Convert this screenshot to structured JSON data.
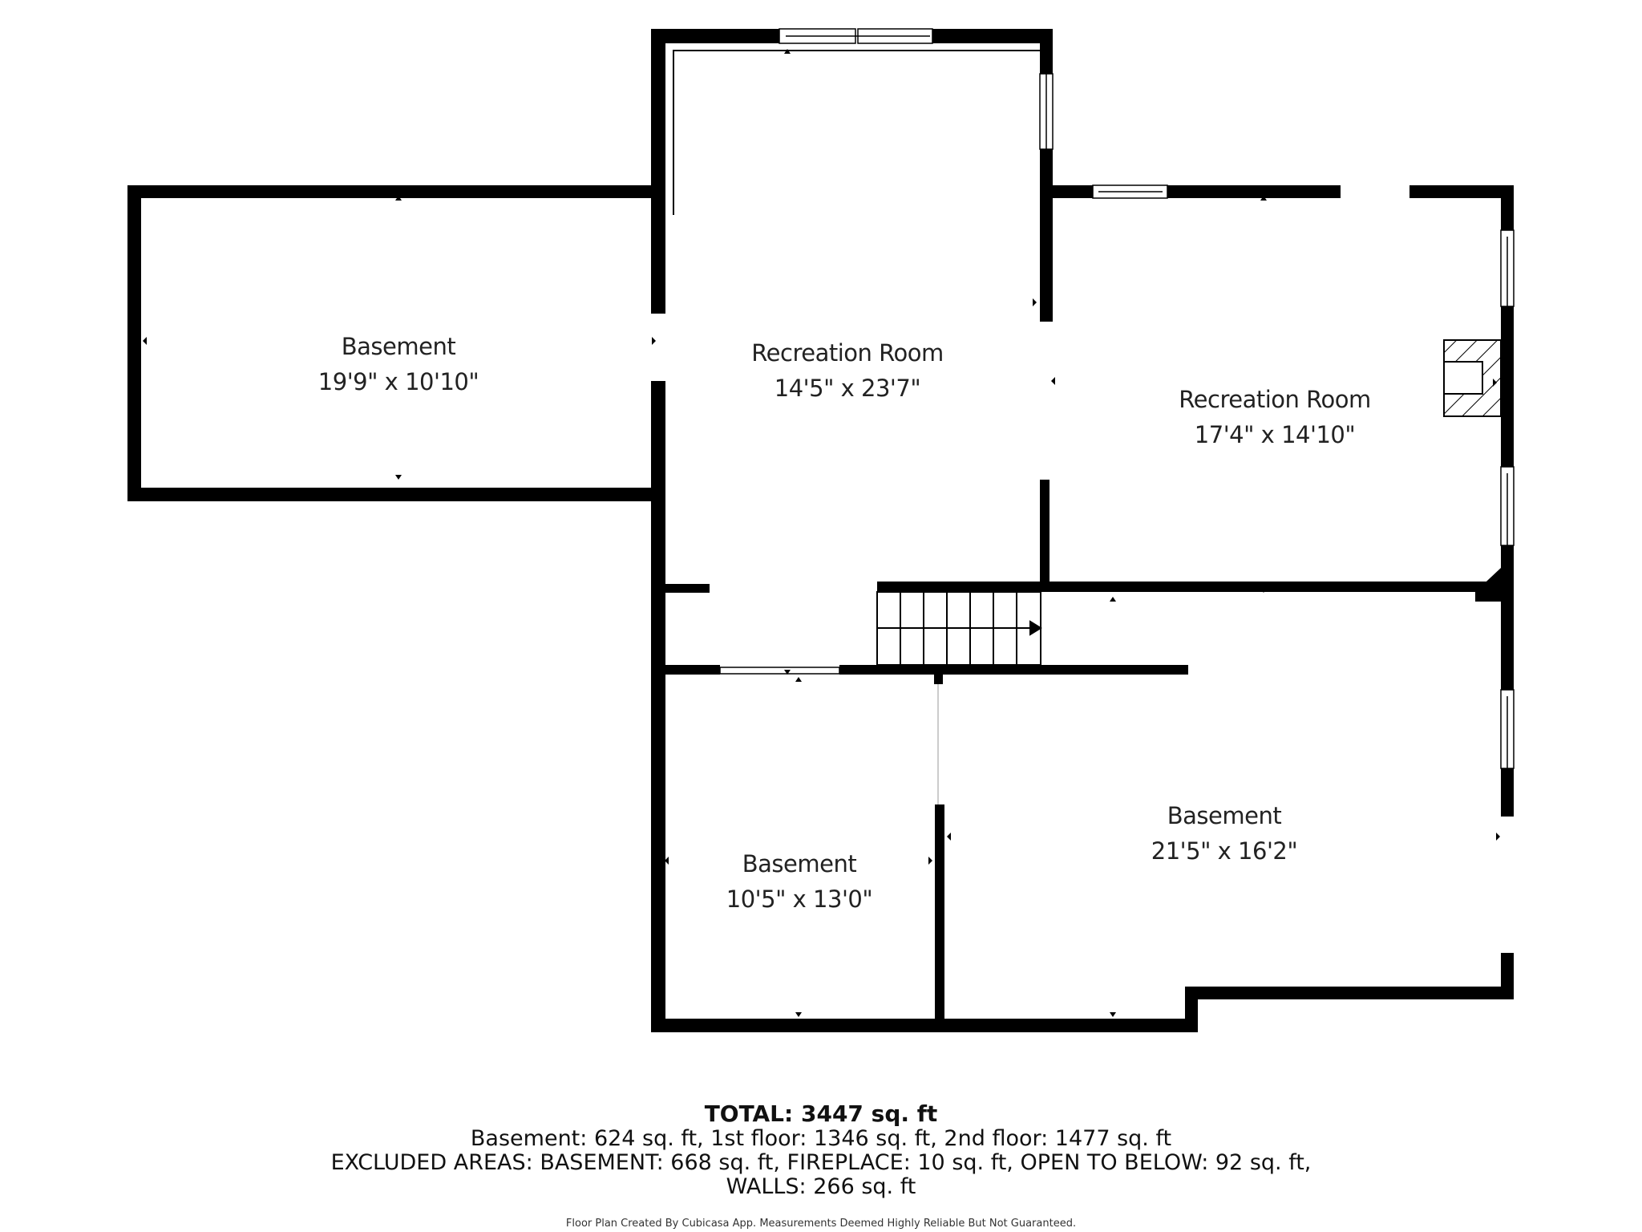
{
  "rooms": [
    {
      "name": "Basement",
      "dims": "19'9\" x 10'10\""
    },
    {
      "name": "Recreation Room",
      "dims": "14'5\" x 23'7\""
    },
    {
      "name": "Recreation Room",
      "dims": "17'4\" x 14'10\""
    },
    {
      "name": "Basement",
      "dims": "10'5\" x 13'0\""
    },
    {
      "name": "Basement",
      "dims": "21'5\" x 16'2\""
    }
  ],
  "footer": {
    "total": "TOTAL: 3447 sq. ft",
    "line1": "Basement: 624 sq. ft, 1st floor: 1346 sq. ft, 2nd floor: 1477 sq. ft",
    "line2": "EXCLUDED AREAS: BASEMENT: 668 sq. ft, FIREPLACE: 10 sq. ft, OPEN TO BELOW: 92 sq. ft,",
    "line3": "WALLS: 266 sq. ft",
    "credit": "Floor Plan Created By Cubicasa App. Measurements Deemed Highly Reliable But Not Guaranteed."
  },
  "icons": {
    "fireplace": "fireplace-icon",
    "stairs": "stairs-icon"
  },
  "colors": {
    "wall": "#000000",
    "background": "#ffffff",
    "text": "#222222"
  }
}
